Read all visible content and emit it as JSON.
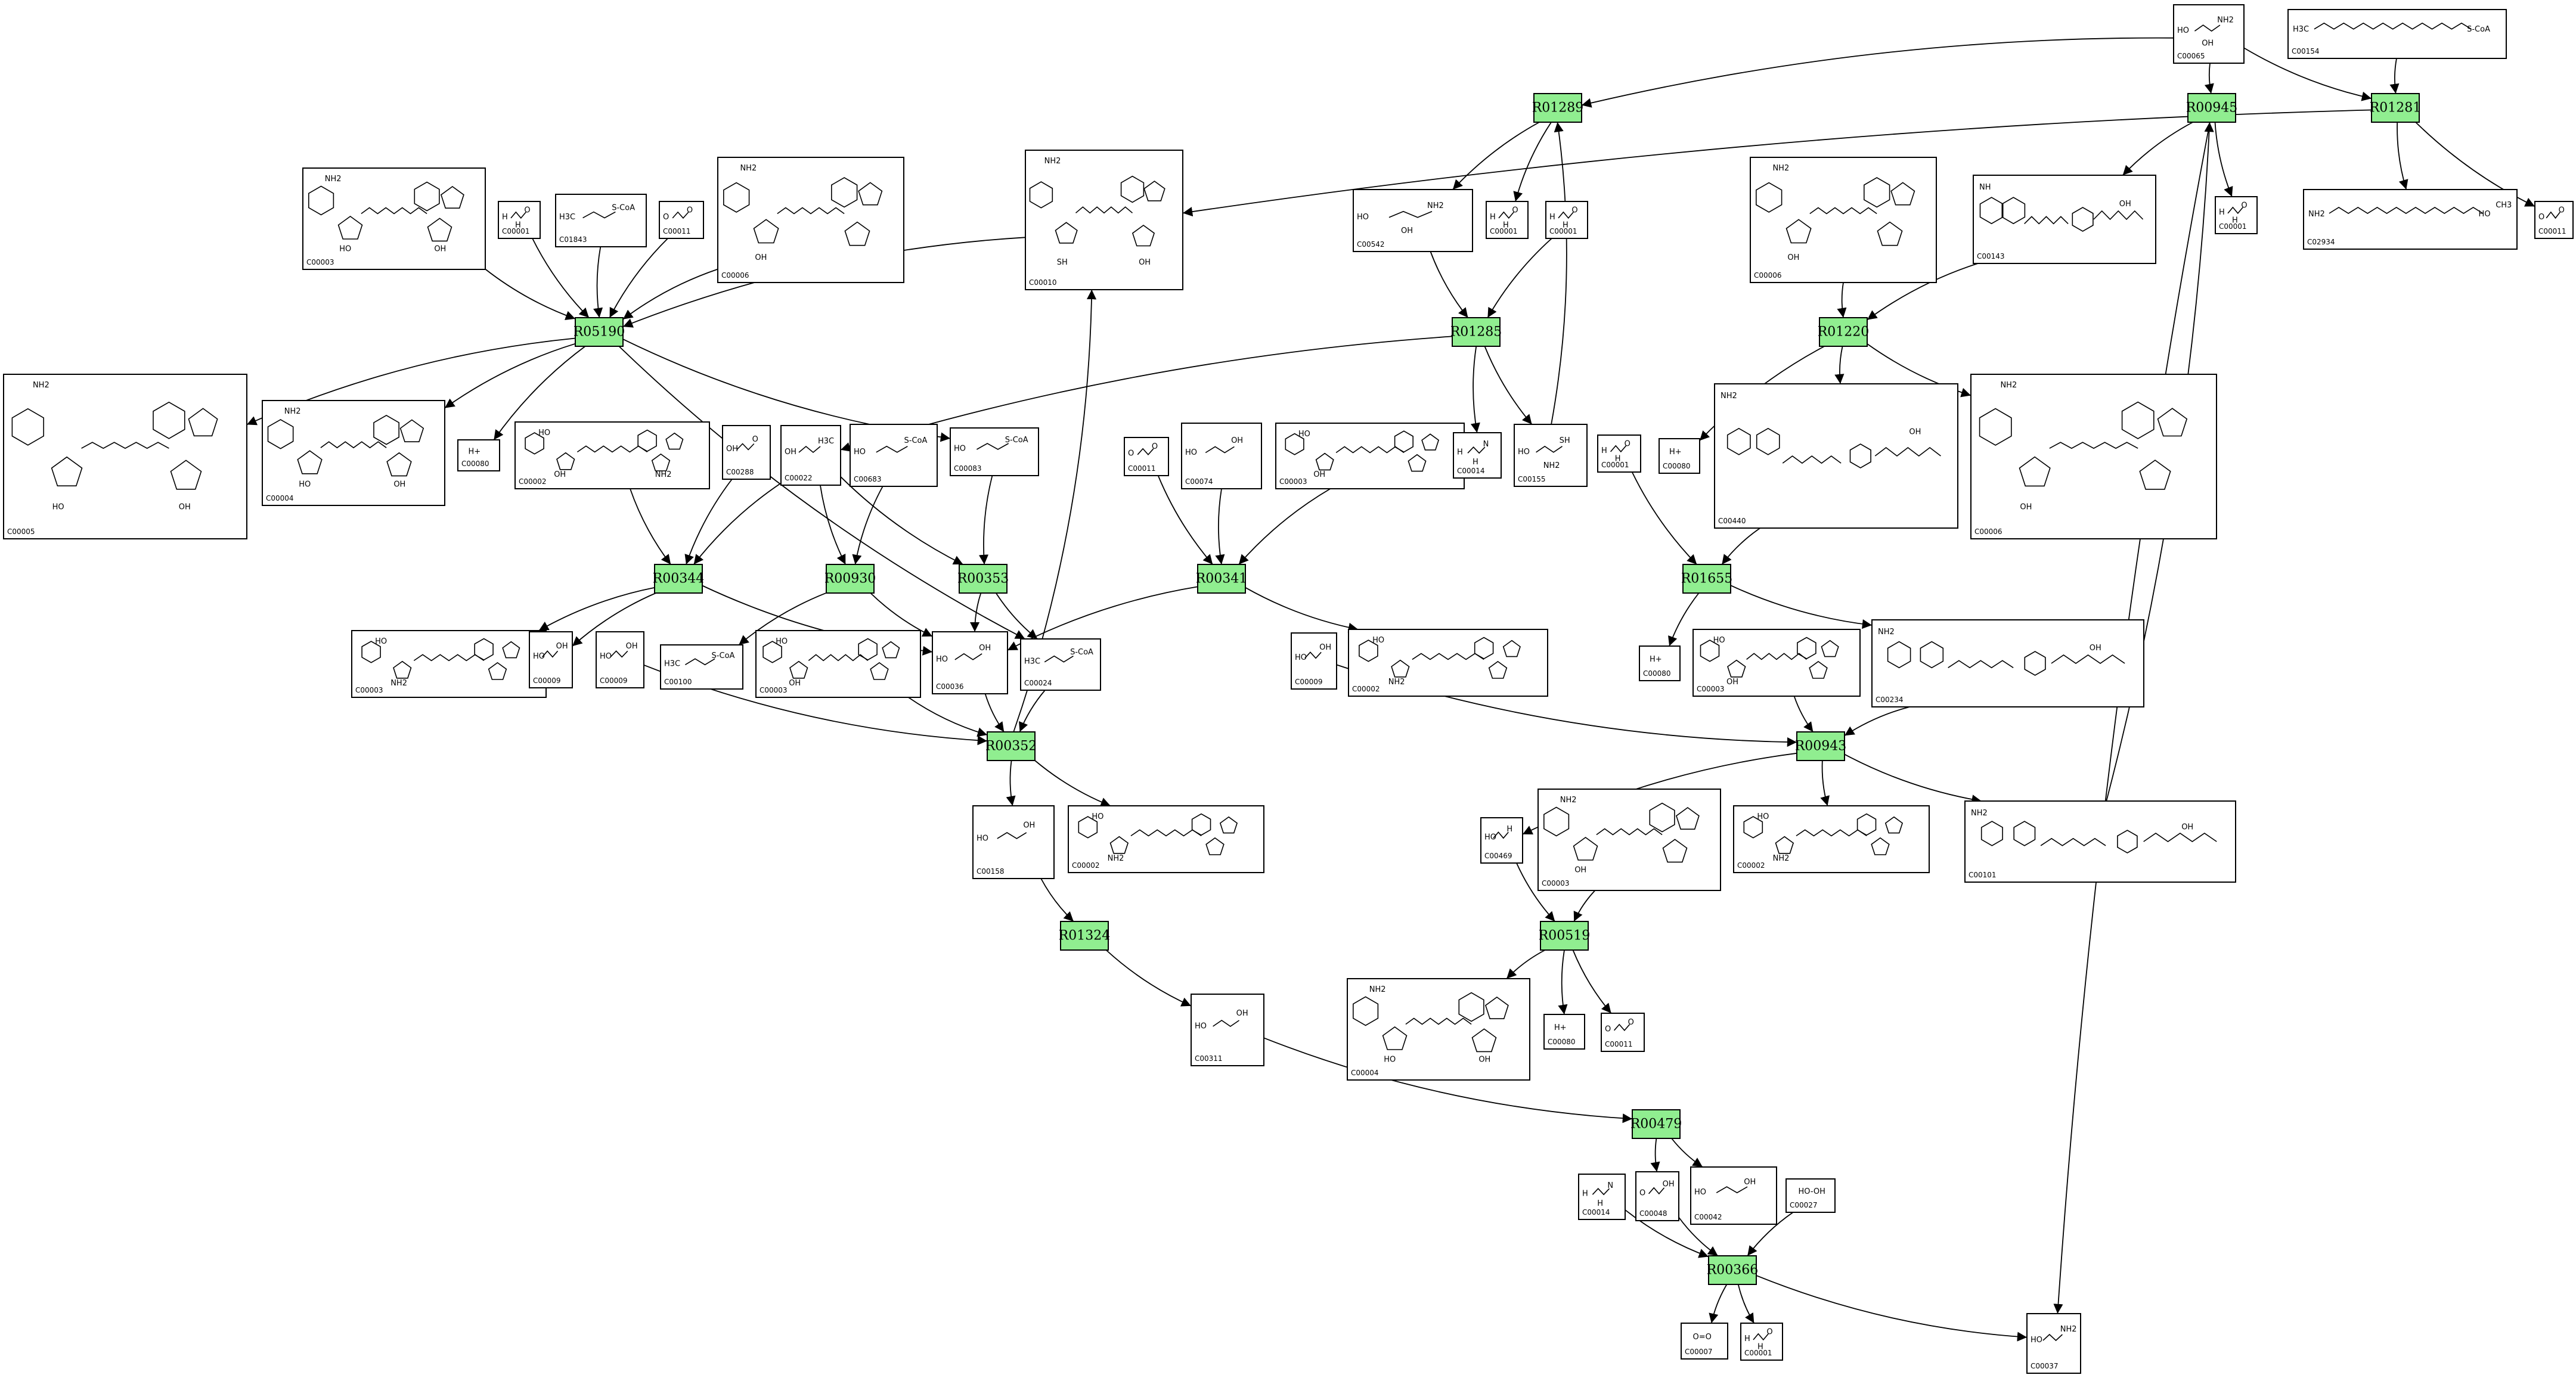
{
  "reactions": [
    {
      "id": "R01289",
      "label": "R01289"
    },
    {
      "id": "R00945",
      "label": "R00945"
    },
    {
      "id": "R01281",
      "label": "R01281"
    },
    {
      "id": "R05190",
      "label": "R05190"
    },
    {
      "id": "R01285",
      "label": "R01285"
    },
    {
      "id": "R01220",
      "label": "R01220"
    },
    {
      "id": "R00344",
      "label": "R00344"
    },
    {
      "id": "R00930",
      "label": "R00930"
    },
    {
      "id": "R00353",
      "label": "R00353"
    },
    {
      "id": "R00341",
      "label": "R00341"
    },
    {
      "id": "R01655",
      "label": "R01655"
    },
    {
      "id": "R00352",
      "label": "R00352"
    },
    {
      "id": "R00943",
      "label": "R00943"
    },
    {
      "id": "R01324",
      "label": "R01324"
    },
    {
      "id": "R00519",
      "label": "R00519"
    },
    {
      "id": "R00479",
      "label": "R00479"
    },
    {
      "id": "R00366",
      "label": "R00366"
    }
  ],
  "compounds": [
    {
      "key": "c00065_top",
      "id": "C00065",
      "labels": [
        "HO",
        "NH2",
        "OH"
      ],
      "kind": "small"
    },
    {
      "key": "c00154",
      "id": "C00154",
      "labels": [
        "H3C",
        "S-CoA"
      ],
      "kind": "chain"
    },
    {
      "key": "c00003_a",
      "id": "C00003",
      "labels": [
        "NH2",
        "HO",
        "OH"
      ],
      "kind": "nucleotide"
    },
    {
      "key": "c00001_a",
      "id": "C00001",
      "labels": [
        "H",
        "O",
        "H"
      ],
      "kind": "small"
    },
    {
      "key": "c01843",
      "id": "C01843",
      "labels": [
        "H3C",
        "S-CoA"
      ],
      "kind": "small"
    },
    {
      "key": "c00011_a",
      "id": "C00011",
      "labels": [
        "O",
        "O"
      ],
      "kind": "small"
    },
    {
      "key": "c00006_a",
      "id": "C00006",
      "labels": [
        "NH2",
        "OH"
      ],
      "kind": "nucleotide"
    },
    {
      "key": "c00010",
      "id": "C00010",
      "labels": [
        "NH2",
        "SH",
        "OH"
      ],
      "kind": "nucleotide"
    },
    {
      "key": "c00042x",
      "id": "C00542",
      "labels": [
        "HO",
        "NH2",
        "OH"
      ],
      "kind": "small"
    },
    {
      "key": "c00001_b",
      "id": "C00001",
      "labels": [
        "H",
        "O",
        "H"
      ],
      "kind": "small"
    },
    {
      "key": "c00001_c",
      "id": "C00001",
      "labels": [
        "H",
        "O",
        "H"
      ],
      "kind": "small"
    },
    {
      "key": "c00006_b",
      "id": "C00006",
      "labels": [
        "NH2",
        "OH"
      ],
      "kind": "nucleotide"
    },
    {
      "key": "c00143",
      "id": "C00143",
      "labels": [
        "NH",
        "OH"
      ],
      "kind": "folate"
    },
    {
      "key": "c00001_d",
      "id": "C00001",
      "labels": [
        "H",
        "O",
        "H"
      ],
      "kind": "small"
    },
    {
      "key": "c02934",
      "id": "C02934",
      "labels": [
        "NH2",
        "HO",
        "CH3"
      ],
      "kind": "chain"
    },
    {
      "key": "c00011_b",
      "id": "C00011",
      "labels": [
        "O",
        "O"
      ],
      "kind": "small"
    },
    {
      "key": "c00005",
      "id": "C00005",
      "labels": [
        "NH2",
        "HO",
        "OH"
      ],
      "kind": "nucleotide"
    },
    {
      "key": "c00004",
      "id": "C00004",
      "labels": [
        "NH2",
        "HO",
        "OH"
      ],
      "kind": "nucleotide"
    },
    {
      "key": "c00080_a",
      "id": "C00080",
      "labels": [
        "H+"
      ],
      "kind": "small"
    },
    {
      "key": "c00002_a",
      "id": "C00002",
      "labels": [
        "HO",
        "OH",
        "NH2"
      ],
      "kind": "nucleotide"
    },
    {
      "key": "c00288",
      "id": "C00288",
      "labels": [
        "OH",
        "O"
      ],
      "kind": "small"
    },
    {
      "key": "c00022",
      "id": "C00022",
      "labels": [
        "OH",
        "H3C"
      ],
      "kind": "small"
    },
    {
      "key": "c00683",
      "id": "C00683",
      "labels": [
        "HO",
        "S-CoA"
      ],
      "kind": "small"
    },
    {
      "key": "c00083",
      "id": "C00083",
      "labels": [
        "HO",
        "S-CoA"
      ],
      "kind": "small"
    },
    {
      "key": "c00011_c",
      "id": "C00011",
      "labels": [
        "O",
        "O"
      ],
      "kind": "small"
    },
    {
      "key": "c00074",
      "id": "C00074",
      "labels": [
        "HO",
        "OH"
      ],
      "kind": "small"
    },
    {
      "key": "c00003_b",
      "id": "C00003",
      "labels": [
        "HO",
        "OH"
      ],
      "kind": "nucleotide"
    },
    {
      "key": "c00014_a",
      "id": "C00014",
      "labels": [
        "H",
        "N",
        "H"
      ],
      "kind": "small"
    },
    {
      "key": "c00155",
      "id": "C00155",
      "labels": [
        "HO",
        "SH",
        "NH2"
      ],
      "kind": "small"
    },
    {
      "key": "c00001_e",
      "id": "C00001",
      "labels": [
        "H",
        "O",
        "H"
      ],
      "kind": "small"
    },
    {
      "key": "c00080_b",
      "id": "C00080",
      "labels": [
        "H+"
      ],
      "kind": "small"
    },
    {
      "key": "c00440",
      "id": "C00440",
      "labels": [
        "NH2",
        "OH"
      ],
      "kind": "folate"
    },
    {
      "key": "c00006_c",
      "id": "C00006",
      "labels": [
        "NH2",
        "OH"
      ],
      "kind": "nucleotide"
    },
    {
      "key": "c00003_c",
      "id": "C00003",
      "labels": [
        "HO",
        "NH2"
      ],
      "kind": "nucleotide"
    },
    {
      "key": "c00009_a",
      "id": "C00009",
      "labels": [
        "HO",
        "OH"
      ],
      "kind": "small"
    },
    {
      "key": "c00009_b",
      "id": "C00009",
      "labels": [
        "HO",
        "OH"
      ],
      "kind": "small"
    },
    {
      "key": "c00100",
      "id": "C00100",
      "labels": [
        "H3C",
        "S-CoA"
      ],
      "kind": "small"
    },
    {
      "key": "c00003_d",
      "id": "C00003",
      "labels": [
        "HO",
        "OH"
      ],
      "kind": "nucleotide"
    },
    {
      "key": "c00036",
      "id": "C00036",
      "labels": [
        "HO",
        "OH"
      ],
      "kind": "small"
    },
    {
      "key": "c00024",
      "id": "C00024",
      "labels": [
        "H3C",
        "S-CoA"
      ],
      "kind": "small"
    },
    {
      "key": "c00009_c",
      "id": "C00009",
      "labels": [
        "HO",
        "OH"
      ],
      "kind": "small"
    },
    {
      "key": "c00002_b",
      "id": "C00002",
      "labels": [
        "HO",
        "NH2"
      ],
      "kind": "nucleotide"
    },
    {
      "key": "c00080_c",
      "id": "C00080",
      "labels": [
        "H+"
      ],
      "kind": "small"
    },
    {
      "key": "c00003_e",
      "id": "C00003",
      "labels": [
        "HO",
        "OH"
      ],
      "kind": "nucleotide"
    },
    {
      "key": "c00234",
      "id": "C00234",
      "labels": [
        "NH2",
        "OH"
      ],
      "kind": "folate"
    },
    {
      "key": "c00158",
      "id": "C00158",
      "labels": [
        "HO",
        "OH"
      ],
      "kind": "small"
    },
    {
      "key": "c00002_c",
      "id": "C00002",
      "labels": [
        "HO",
        "NH2"
      ],
      "kind": "nucleotide"
    },
    {
      "key": "c00469",
      "id": "C00469",
      "labels": [
        "HO",
        "H"
      ],
      "kind": "small"
    },
    {
      "key": "c00003_f",
      "id": "C00003",
      "labels": [
        "NH2",
        "OH"
      ],
      "kind": "nucleotide"
    },
    {
      "key": "c00002_d",
      "id": "C00002",
      "labels": [
        "HO",
        "NH2"
      ],
      "kind": "nucleotide"
    },
    {
      "key": "c00101",
      "id": "C00101",
      "labels": [
        "NH2",
        "OH"
      ],
      "kind": "folate"
    },
    {
      "key": "c00311",
      "id": "C00311",
      "labels": [
        "HO",
        "OH"
      ],
      "kind": "small"
    },
    {
      "key": "c00004_b",
      "id": "C00004",
      "labels": [
        "NH2",
        "HO",
        "OH"
      ],
      "kind": "nucleotide"
    },
    {
      "key": "c00080_d",
      "id": "C00080",
      "labels": [
        "H+"
      ],
      "kind": "small"
    },
    {
      "key": "c00011_d",
      "id": "C00011",
      "labels": [
        "O",
        "O"
      ],
      "kind": "small"
    },
    {
      "key": "c00014_b",
      "id": "C00014",
      "labels": [
        "H",
        "N",
        "H"
      ],
      "kind": "small"
    },
    {
      "key": "c00048",
      "id": "C00048",
      "labels": [
        "O",
        "OH"
      ],
      "kind": "small"
    },
    {
      "key": "c00042",
      "id": "C00042",
      "labels": [
        "HO",
        "OH"
      ],
      "kind": "small"
    },
    {
      "key": "c00027",
      "id": "C00027",
      "labels": [
        "HO-OH"
      ],
      "kind": "small"
    },
    {
      "key": "c00007",
      "id": "C00007",
      "labels": [
        "O=O"
      ],
      "kind": "small"
    },
    {
      "key": "c00001_f",
      "id": "C00001",
      "labels": [
        "H",
        "O",
        "H"
      ],
      "kind": "small"
    },
    {
      "key": "c00037",
      "id": "C00037",
      "labels": [
        "HO",
        "NH2"
      ],
      "kind": "small"
    }
  ],
  "edges": [
    [
      "c00065_top",
      "R01289"
    ],
    [
      "c00065_top",
      "R00945"
    ],
    [
      "c00065_top",
      "R01281"
    ],
    [
      "c00154",
      "R01281"
    ],
    [
      "R01281",
      "c00010"
    ],
    [
      "R01281",
      "c02934"
    ],
    [
      "R01281",
      "c00011_b"
    ],
    [
      "R00945",
      "c00143"
    ],
    [
      "R00945",
      "c00001_d"
    ],
    [
      "R00945",
      "c00037"
    ],
    [
      "R01289",
      "c00042x"
    ],
    [
      "R01289",
      "c00001_b"
    ],
    [
      "c00042x",
      "R01285"
    ],
    [
      "c00001_c",
      "R01285"
    ],
    [
      "R01285",
      "c00014_a"
    ],
    [
      "R01285",
      "c00155"
    ],
    [
      "R01285",
      "c00022"
    ],
    [
      "c00155",
      "R01289"
    ],
    [
      "c00006_b",
      "R01220"
    ],
    [
      "c00143",
      "R01220"
    ],
    [
      "R01220",
      "c00080_b"
    ],
    [
      "R01220",
      "c00440"
    ],
    [
      "R01220",
      "c00006_c"
    ],
    [
      "c00003_a",
      "R05190"
    ],
    [
      "c00001_a",
      "R05190"
    ],
    [
      "c01843",
      "R05190"
    ],
    [
      "c00011_a",
      "R05190"
    ],
    [
      "c00006_a",
      "R05190"
    ],
    [
      "c00010",
      "R05190"
    ],
    [
      "R05190",
      "c00005"
    ],
    [
      "R05190",
      "c00004"
    ],
    [
      "R05190",
      "c00080_a"
    ],
    [
      "R05190",
      "c00083"
    ],
    [
      "R05190",
      "c00024"
    ],
    [
      "c00002_a",
      "R00344"
    ],
    [
      "c00288",
      "R00344"
    ],
    [
      "c00022",
      "R00344"
    ],
    [
      "R00344",
      "c00003_c"
    ],
    [
      "R00344",
      "c00009_a"
    ],
    [
      "R00344",
      "c00036"
    ],
    [
      "c00022",
      "R00930"
    ],
    [
      "c00683",
      "R00930"
    ],
    [
      "R00930",
      "c00100"
    ],
    [
      "R00930",
      "c00036"
    ],
    [
      "c00022",
      "R00353"
    ],
    [
      "c00083",
      "R00353"
    ],
    [
      "R00353",
      "c00036"
    ],
    [
      "R00353",
      "c00024"
    ],
    [
      "c00011_c",
      "R00341"
    ],
    [
      "c00074",
      "R00341"
    ],
    [
      "c00003_b",
      "R00341"
    ],
    [
      "R00341",
      "c00036"
    ],
    [
      "R00341",
      "c00002_b"
    ],
    [
      "c00001_e",
      "R01655"
    ],
    [
      "c00440",
      "R01655"
    ],
    [
      "R01655",
      "c00080_c"
    ],
    [
      "R01655",
      "c00234"
    ],
    [
      "c00009_b",
      "R00352"
    ],
    [
      "c00003_d",
      "R00352"
    ],
    [
      "c00036",
      "R00352"
    ],
    [
      "c00024",
      "R00352"
    ],
    [
      "R00352",
      "c00010"
    ],
    [
      "R00352",
      "c00158"
    ],
    [
      "R00352",
      "c00002_c"
    ],
    [
      "c00009_c",
      "R00943"
    ],
    [
      "c00003_e",
      "R00943"
    ],
    [
      "c00234",
      "R00943"
    ],
    [
      "R00943",
      "c00469"
    ],
    [
      "R00943",
      "c00002_d"
    ],
    [
      "R00943",
      "c00101"
    ],
    [
      "c00101",
      "R00945"
    ],
    [
      "c00158",
      "R01324"
    ],
    [
      "R01324",
      "c00311"
    ],
    [
      "c00469",
      "R00519"
    ],
    [
      "c00003_f",
      "R00519"
    ],
    [
      "R00519",
      "c00004_b"
    ],
    [
      "R00519",
      "c00080_d"
    ],
    [
      "R00519",
      "c00011_d"
    ],
    [
      "c00311",
      "R00479"
    ],
    [
      "R00479",
      "c00048"
    ],
    [
      "R00479",
      "c00042"
    ],
    [
      "c00014_b",
      "R00366"
    ],
    [
      "c00048",
      "R00366"
    ],
    [
      "c00027",
      "R00366"
    ],
    [
      "R00366",
      "c00007"
    ],
    [
      "R00366",
      "c00001_f"
    ],
    [
      "R00366",
      "c00037"
    ]
  ]
}
